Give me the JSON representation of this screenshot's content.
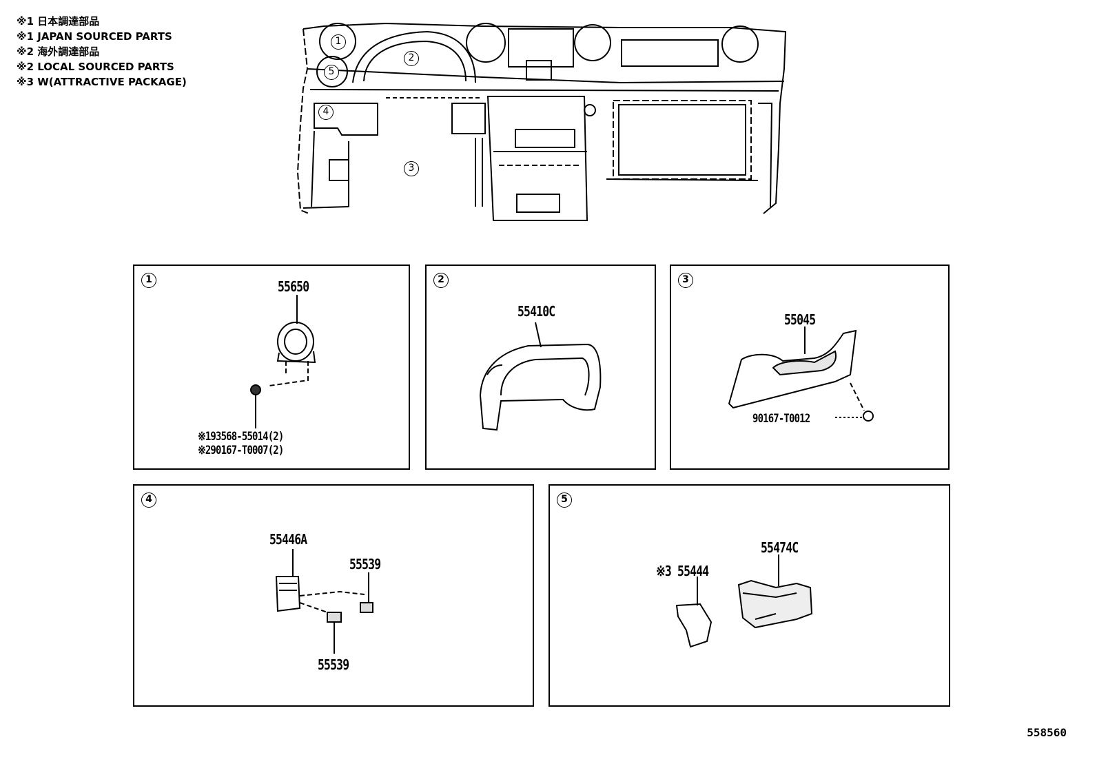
{
  "legend": [
    "※1 日本調達部品",
    "※1 JAPAN SOURCED PARTS",
    "※2 海外調達部品",
    "※2 LOCAL SOURCED PARTS",
    "※3 W(ATTRACTIVE PACKAGE)"
  ],
  "overview": {
    "callouts": [
      "1",
      "2",
      "5",
      "4",
      "3"
    ]
  },
  "panels": [
    {
      "num": "1",
      "labels": {
        "main": "55650",
        "note1": "※193568-55014(2)",
        "note2": "※290167-T0007(2)"
      }
    },
    {
      "num": "2",
      "labels": {
        "main": "55410C"
      }
    },
    {
      "num": "3",
      "labels": {
        "main": "55045",
        "screw": "90167-T0012"
      }
    },
    {
      "num": "4",
      "labels": {
        "main": "55446A",
        "clip1": "55539",
        "clip2": "55539"
      }
    },
    {
      "num": "5",
      "labels": {
        "left": "※3 55444",
        "right": "55474C"
      }
    }
  ],
  "reference": "558560"
}
